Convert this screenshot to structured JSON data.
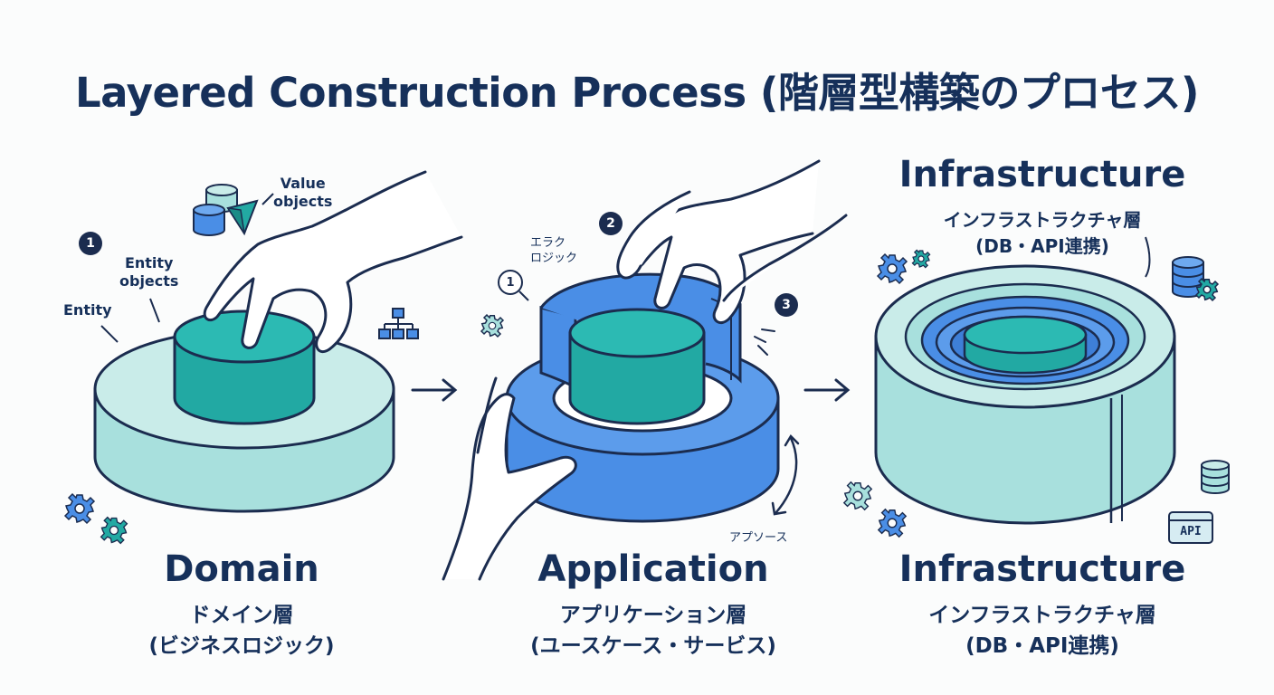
{
  "title": "Layered Construction Process (階層型構築のプロセス)",
  "colors": {
    "navy": "#16305a",
    "teal": "#22a9a3",
    "mint": "#a8e0dd",
    "blue": "#4a8ee6",
    "ink": "#1b2c4f"
  },
  "stages": [
    {
      "name": "Domain",
      "subtitle": "ドメイン層",
      "detail": "(ビジネスロジック)"
    },
    {
      "name": "Application",
      "subtitle": "アプリケーション層",
      "detail": "(ユースケース・サービス)"
    },
    {
      "name": "Infrastructure",
      "subtitle": "インフラストラクチャ層",
      "detail": "(DB・API連携)"
    }
  ],
  "domain_callouts": {
    "value_objects": "Value\nobjects",
    "entity_objects": "Entity\nobjects",
    "entity": "Entity",
    "step": "1"
  },
  "application_callouts": {
    "error_logic": "エラク\nロジック",
    "resources": "アプソース",
    "steps": [
      "1",
      "2",
      "3"
    ]
  },
  "infrastructure_header": {
    "name": "Infrastructure",
    "subtitle": "インフラストラクチャ層",
    "detail": "(DB・API連携)"
  },
  "icons": {
    "api_label": "API"
  }
}
